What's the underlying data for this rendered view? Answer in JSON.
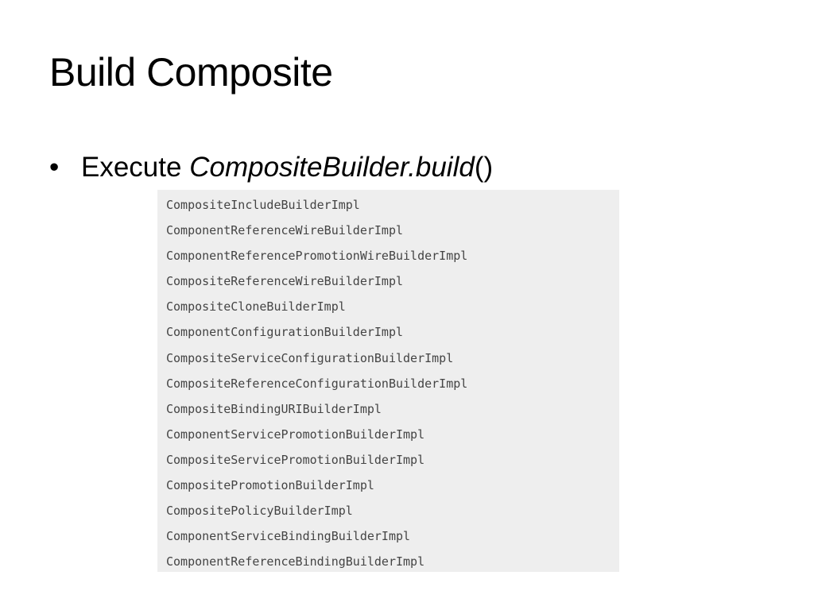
{
  "slide": {
    "title": "Build Composite",
    "bullet": {
      "marker": "•",
      "prefix": "Execute ",
      "method_class": "CompositeBuilder.build",
      "method_parens": "()"
    },
    "builder_list": [
      "CompositeIncludeBuilderImpl",
      "ComponentReferenceWireBuilderImpl",
      "ComponentReferencePromotionWireBuilderImpl",
      "CompositeReferenceWireBuilderImpl",
      "CompositeCloneBuilderImpl",
      "ComponentConfigurationBuilderImpl",
      "CompositeServiceConfigurationBuilderImpl",
      "CompositeReferenceConfigurationBuilderImpl",
      "CompositeBindingURIBuilderImpl",
      "ComponentServicePromotionBuilderImpl",
      "CompositeServicePromotionBuilderImpl",
      "CompositePromotionBuilderImpl",
      "CompositePolicyBuilderImpl",
      "ComponentServiceBindingBuilderImpl",
      "ComponentReferenceBindingBuilderImpl"
    ]
  }
}
